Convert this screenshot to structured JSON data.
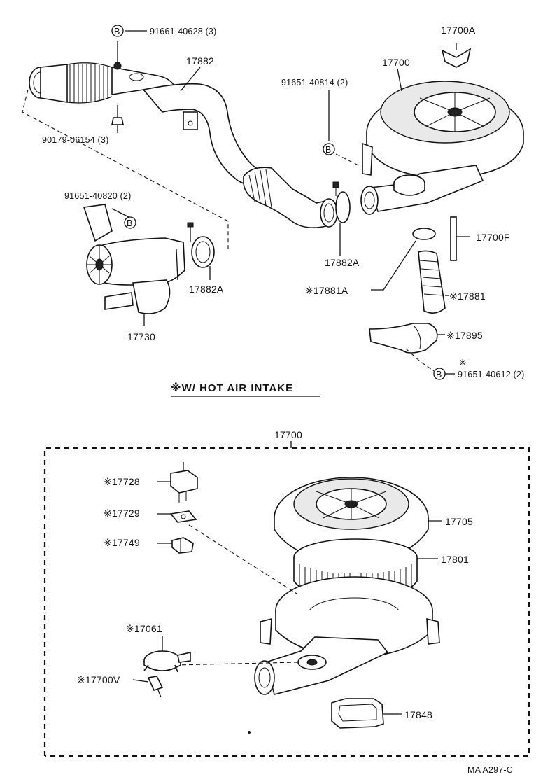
{
  "diagram": {
    "section_title": "※W/ HOT AIR INTAKE",
    "catalog_code": "MA  A297-C",
    "bolt_marker": "B",
    "labels": {
      "bolt_91661": "91661-40628 (3)",
      "p17700A": "17700A",
      "p17882": "17882",
      "p17700_top": "17700",
      "bolt_91651_40814": "91651-40814 (2)",
      "nut_90179": "90179-06154 (3)",
      "bolt_91651_40820": "91651-40820 (2)",
      "p17882A_left": "17882A",
      "p17882A_right": "17882A",
      "p17700F": "17700F",
      "p17881A": "※17881A",
      "p17881": "※17881",
      "p17730": "17730",
      "p17895": "※17895",
      "bolt_91651_40612_mark": "※",
      "bolt_91651_40612": "91651-40612 (2)",
      "p17700_assy": "17700",
      "p17728": "※17728",
      "p17729": "※17729",
      "p17749": "※17749",
      "p17705": "17705",
      "p17801": "17801",
      "p17061": "※17061",
      "p17700V": "※17700V",
      "p17848": "17848"
    }
  }
}
